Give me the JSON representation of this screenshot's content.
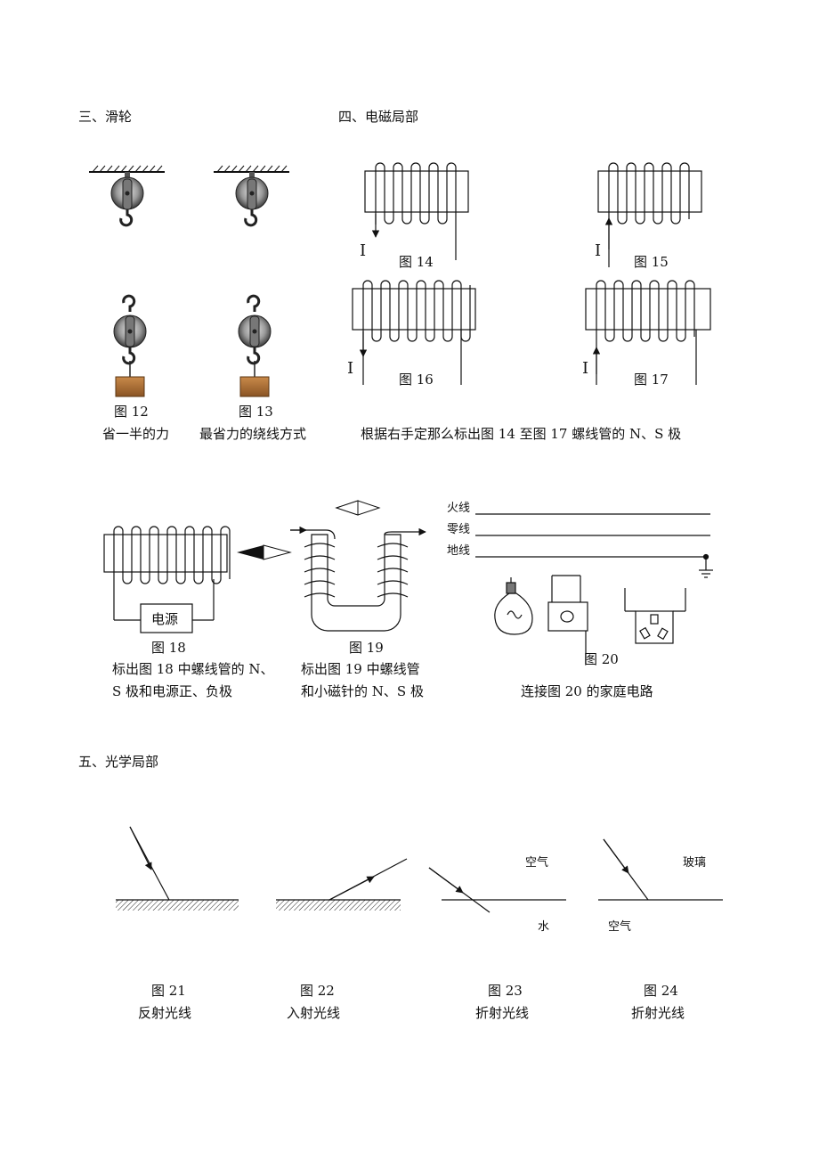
{
  "sections": {
    "pulley": "三、滑轮",
    "electromagnetism": "四、电磁局部",
    "optics": "五、光学局部"
  },
  "figures": {
    "fig12": {
      "label": "图 12",
      "desc": "省一半的力"
    },
    "fig13": {
      "label": "图 13",
      "desc": "最省力的绕线方式"
    },
    "fig14": {
      "label": "图 14"
    },
    "fig15": {
      "label": "图 15"
    },
    "fig16": {
      "label": "图 16"
    },
    "fig17": {
      "label": "图 17"
    },
    "solenoid_task": "根据右手定那么标出图 14 至图 17 螺线管的 N、S 极",
    "fig18": {
      "label": "图 18",
      "desc_line1": "标出图 18 中螺线管的 N、",
      "desc_line2": "S 极和电源正、负极",
      "power": "电源"
    },
    "fig19": {
      "label": "图 19",
      "desc_line1": "标出图 19 中螺线管",
      "desc_line2": "和小磁针的 N、S 极"
    },
    "fig20": {
      "label": "图 20",
      "desc": "连接图 20 的家庭电路",
      "live": "火线",
      "neutral": "零线",
      "ground": "地线"
    },
    "fig21": {
      "label": "图 21",
      "desc": "反射光线"
    },
    "fig22": {
      "label": "图 22",
      "desc": "入射光线"
    },
    "fig23": {
      "label": "图 23",
      "desc": "折射光线",
      "upper": "空气",
      "lower": "水"
    },
    "fig24": {
      "label": "图 24",
      "desc": "折射光线",
      "upper": "玻璃",
      "lower": "空气"
    },
    "current_symbol": "I"
  }
}
